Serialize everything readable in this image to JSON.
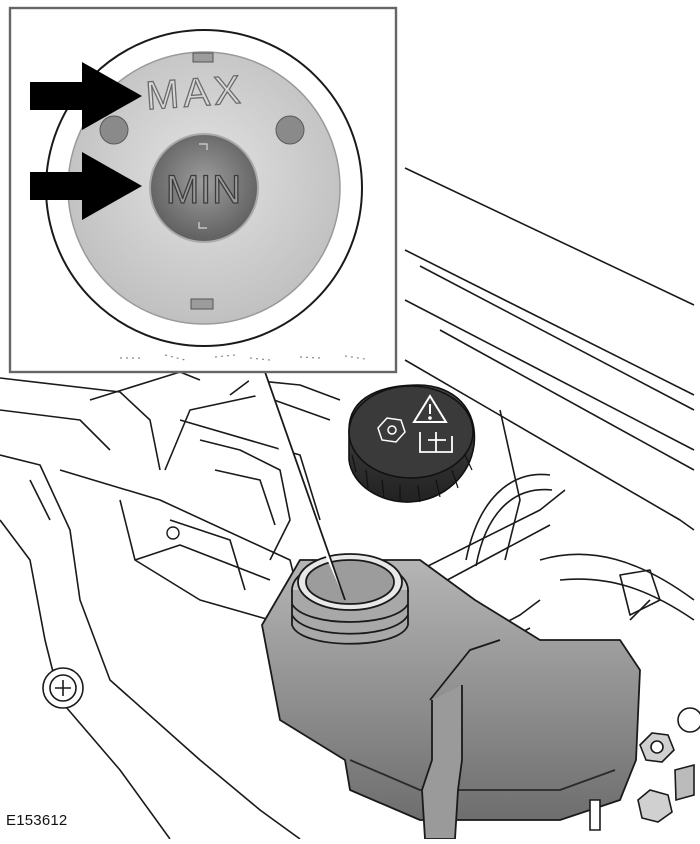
{
  "figure": {
    "max_label": "MAX",
    "min_label": "MIN",
    "figure_id": "E153612"
  },
  "icons": {
    "pointer_arrows": [
      "arrow-right-icon",
      "arrow-right-icon"
    ],
    "cap_symbols": [
      "warning-triangle-icon",
      "fluid-level-icon",
      "screw-cap-icon"
    ]
  },
  "colors": {
    "line": "#1a1a1a",
    "cap": "#3a3a3a",
    "reservoir": "#8a8a8a",
    "inset_dial": "#cfcfcf",
    "inset_min_pad": "#7b7b7b"
  }
}
